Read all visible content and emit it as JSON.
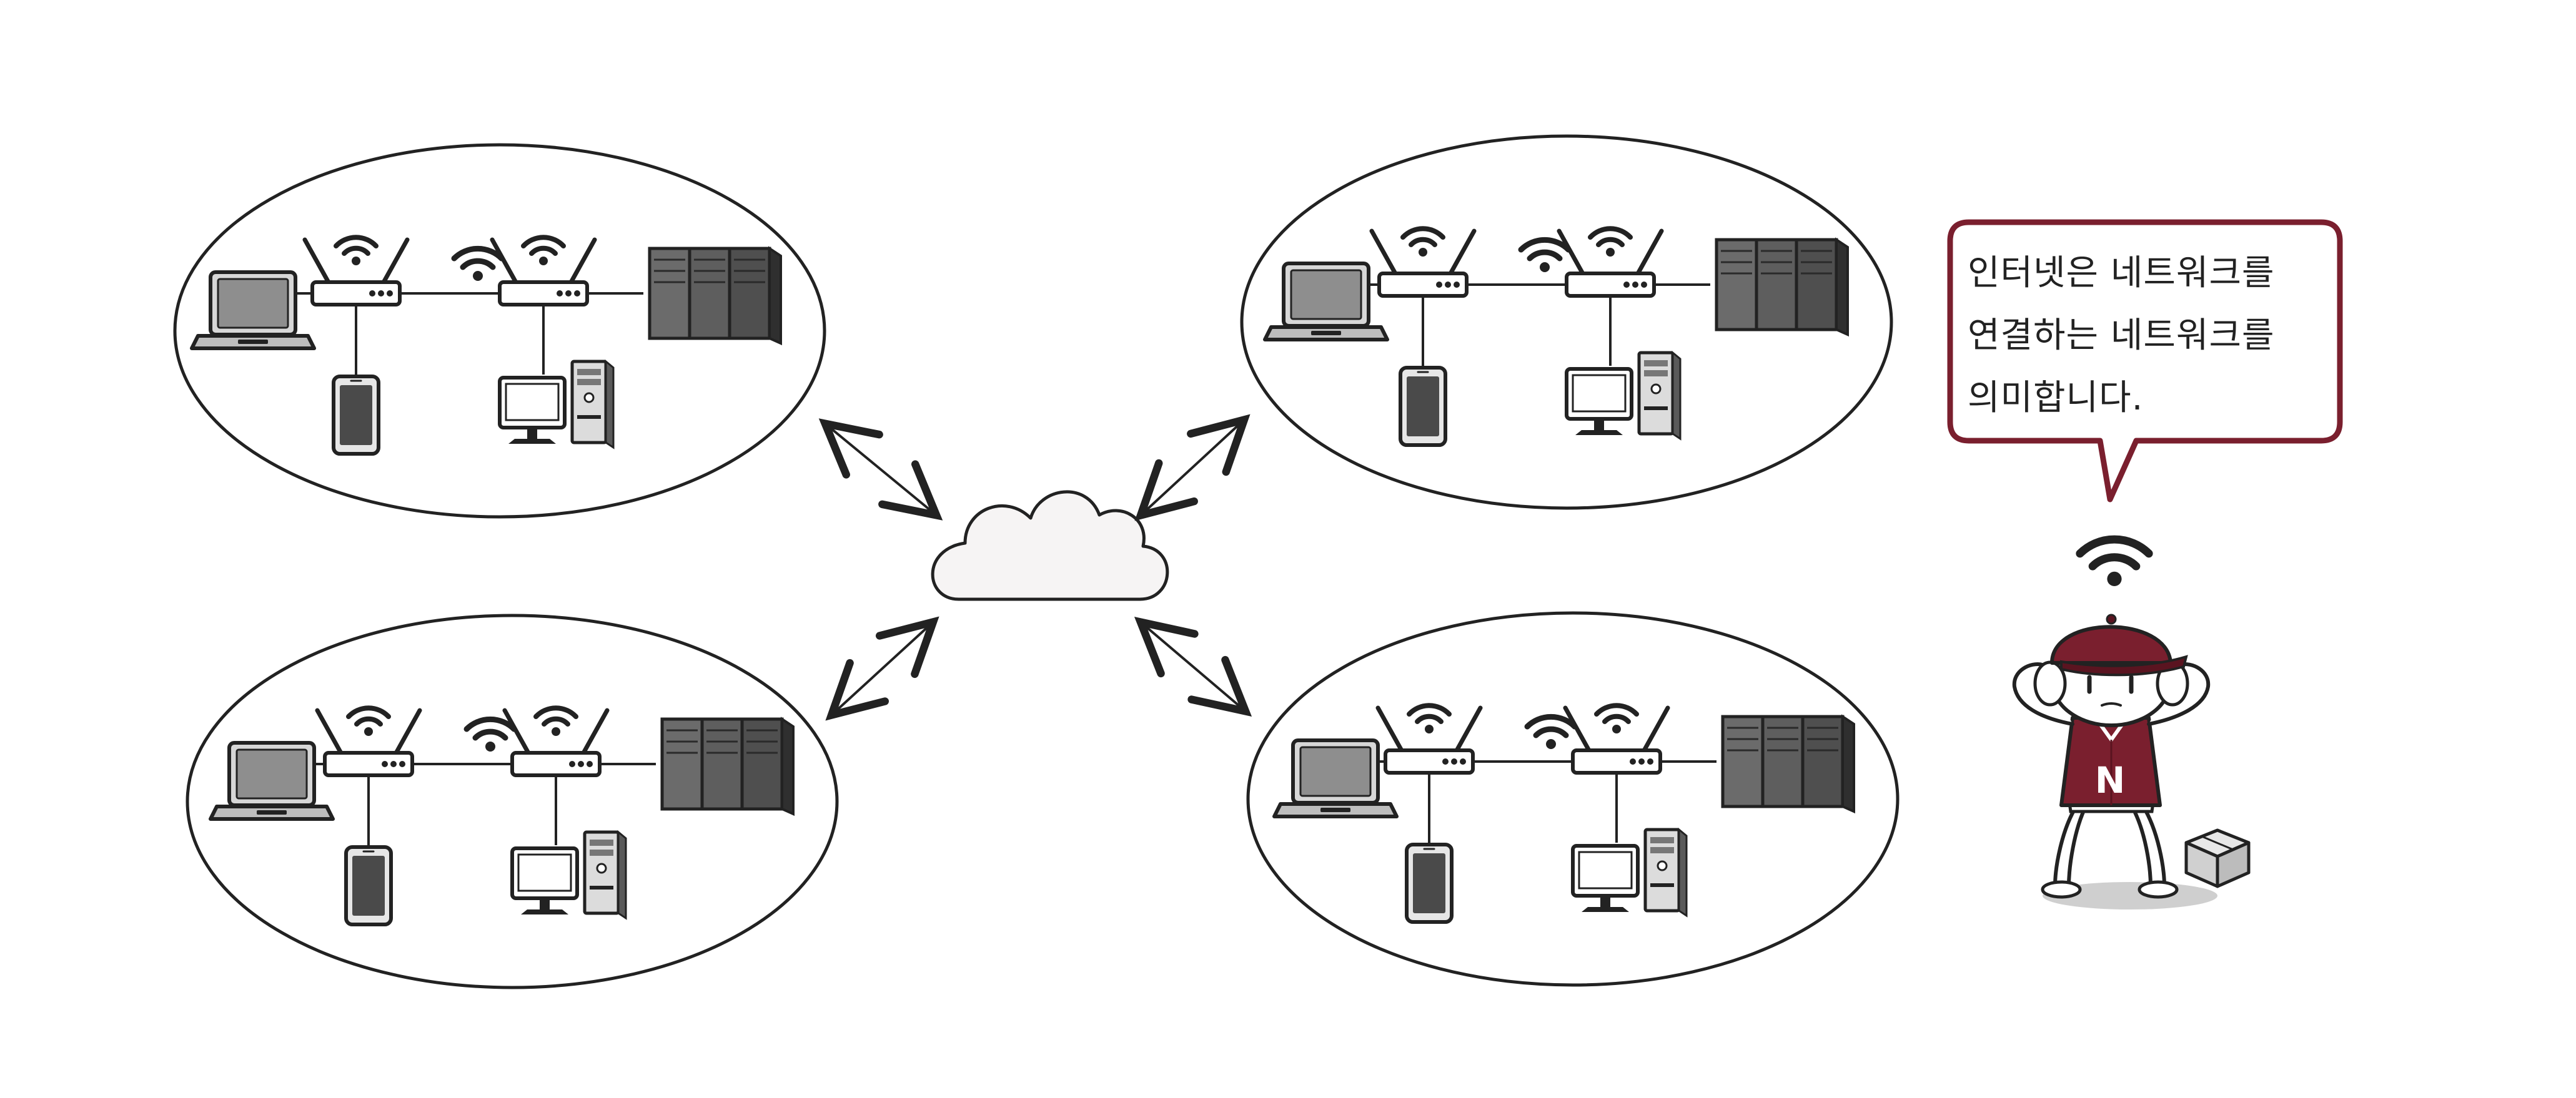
{
  "speech_bubble": {
    "lines": [
      "인터넷은 네트워크를",
      "연결하는 네트워크를",
      "의미합니다."
    ]
  },
  "mascot": {
    "shirt_letter": "N"
  },
  "network_bubbles": [
    {
      "devices": [
        "laptop",
        "router",
        "router",
        "server-rack",
        "smartphone",
        "desktop-computer"
      ]
    },
    {
      "devices": [
        "laptop",
        "router",
        "router",
        "server-rack",
        "smartphone",
        "desktop-computer"
      ]
    },
    {
      "devices": [
        "laptop",
        "router",
        "router",
        "server-rack",
        "smartphone",
        "desktop-computer"
      ]
    },
    {
      "devices": [
        "laptop",
        "router",
        "router",
        "server-rack",
        "smartphone",
        "desktop-computer"
      ]
    }
  ],
  "colors": {
    "accent": "#7a1f2e",
    "outline": "#222222",
    "device_gray": "#8a8a8a",
    "device_dark": "#3a3a3a",
    "cloud_fill": "#f6f4f4"
  }
}
